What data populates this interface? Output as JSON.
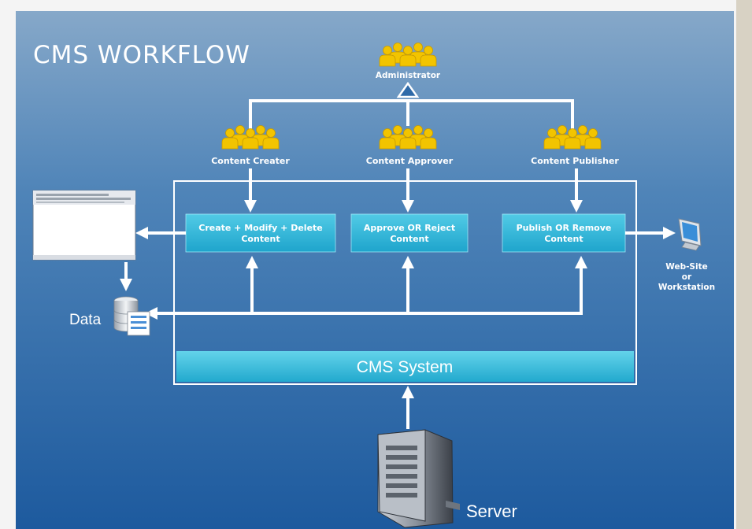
{
  "diagram": {
    "title": "CMS WORKFLOW",
    "roles": {
      "administrator": "Administrator",
      "creater": "Content Creater",
      "approver": "Content Approver",
      "publisher": "Content Publisher"
    },
    "actions": {
      "create": [
        "Create + Modify + Delete",
        "Content"
      ],
      "approve": [
        "Approve OR Reject",
        "Content"
      ],
      "publish": [
        "Publish OR Remove",
        "Content"
      ]
    },
    "system_label": "CMS System",
    "data_label": "Data",
    "server_label": "Server",
    "website": [
      "Web-Site",
      "or",
      "Workstation"
    ]
  },
  "colors": {
    "background_top": "#7fa3c6",
    "background_bottom": "#1f5ea1",
    "action_box": "#2bb5d8",
    "system_bar": "#36c3de",
    "user_icon": "#f2c400",
    "arrow": "#ffffff"
  }
}
